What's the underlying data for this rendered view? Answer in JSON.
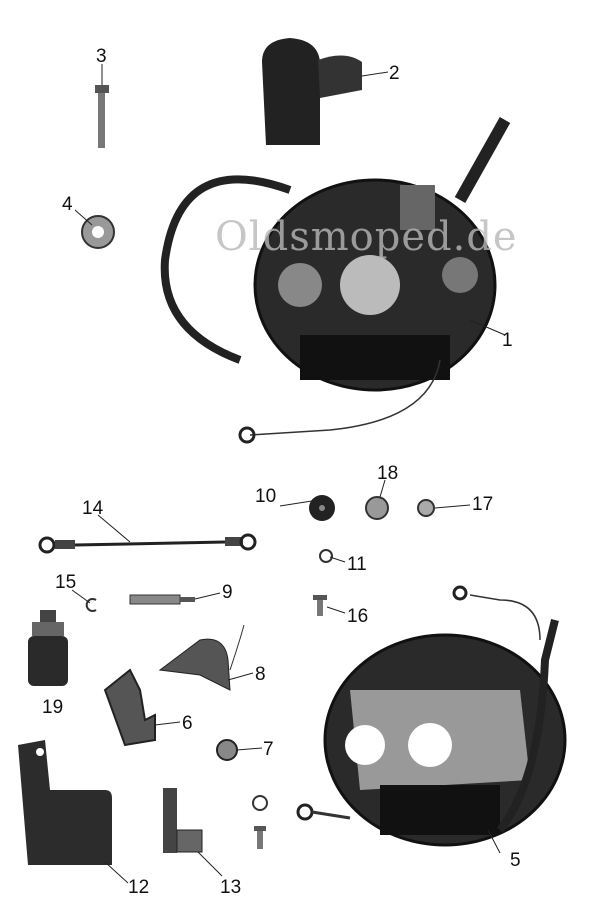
{
  "title": "Ignition parts exploded diagram",
  "watermark": "Oldsmoped.de",
  "colors": {
    "ink": "#1a1a1a",
    "metal": "#8a8a8a",
    "paper": "#ffffff"
  },
  "labels": [
    "1",
    "2",
    "3",
    "4",
    "5",
    "6",
    "7",
    "8",
    "9",
    "10",
    "11",
    "12",
    "13",
    "14",
    "15",
    "16",
    "17",
    "18",
    "19"
  ]
}
